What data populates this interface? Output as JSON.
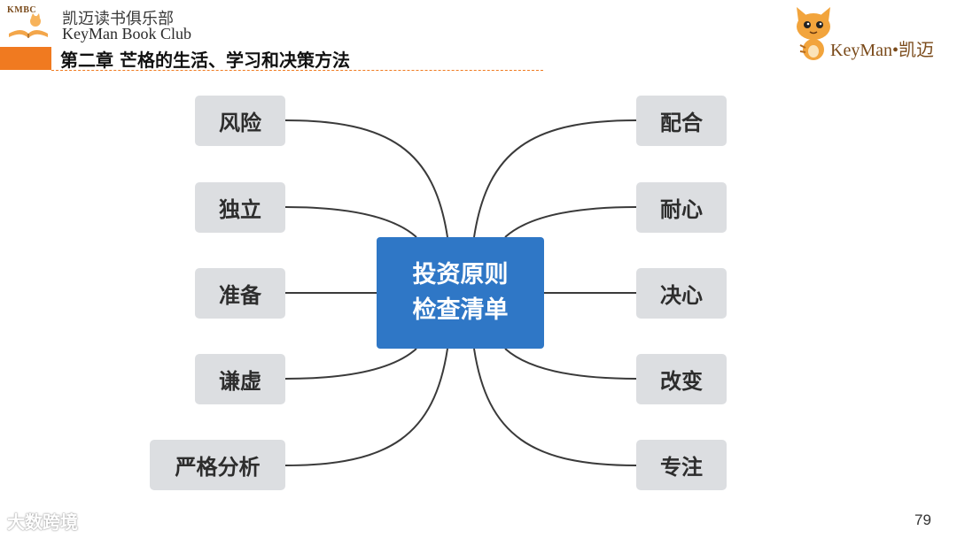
{
  "header": {
    "logo_abbr": "KMBC",
    "club_name_cn": "凯迈读书俱乐部",
    "club_name_en": "KeyMan Book Club",
    "chapter_title": "第二章  芒格的生活、学习和决策方法",
    "brand_text": "KeyMan•凯迈",
    "accent_color": "#f07a20"
  },
  "diagram": {
    "center": {
      "line1": "投资原则",
      "line2": "检查清单",
      "color": "#2f77c6"
    },
    "left_nodes": [
      {
        "id": "risk",
        "label": "风险"
      },
      {
        "id": "independence",
        "label": "独立"
      },
      {
        "id": "preparation",
        "label": "准备"
      },
      {
        "id": "humility",
        "label": "谦虚"
      },
      {
        "id": "rigorous-analysis",
        "label": "严格分析"
      }
    ],
    "right_nodes": [
      {
        "id": "allocation",
        "label": "配合"
      },
      {
        "id": "patience",
        "label": "耐心"
      },
      {
        "id": "decisiveness",
        "label": "决心"
      },
      {
        "id": "change",
        "label": "改变"
      },
      {
        "id": "focus",
        "label": "专注"
      }
    ],
    "node_color": "#dcdee1",
    "connector_color": "#3a3a3a"
  },
  "footer": {
    "watermark": "大数跨境",
    "page_number": "79"
  }
}
